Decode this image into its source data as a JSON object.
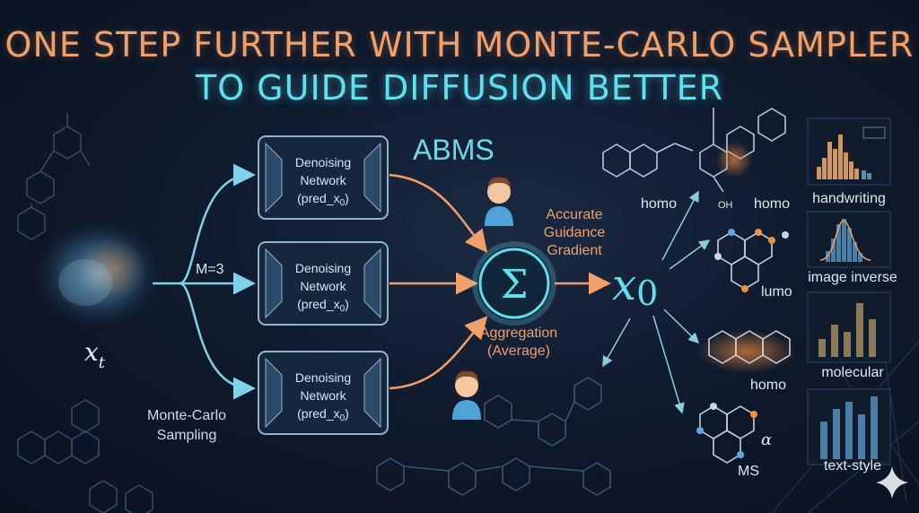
{
  "title_line1": "ONE STEP FURTHER WITH MONTE-CARLO SAMPLER",
  "title_line2": "TO GUIDE DIFFUSION BETTER",
  "method_name": "ABMS",
  "input_label": "x",
  "input_subscript": "t",
  "m_label": "M=3",
  "sampling_label": [
    "Monte-Carlo",
    "Sampling"
  ],
  "network_box": {
    "line1": "Denoising",
    "line2": "Network",
    "line3_main": "(pred_x",
    "line3_sub": "0",
    "line3_end": ")"
  },
  "sigma_symbol": "Σ",
  "guidance_label": [
    "Accurate",
    "Guidance",
    "Gradient"
  ],
  "aggregation_label": [
    "Aggregation",
    "(Average)"
  ],
  "output_label": "x",
  "output_subscript": "0",
  "tasks": {
    "homo_top": "homo",
    "homo_top2": "homo",
    "oh_label": "OH",
    "handwriting": "handwriting",
    "lumo": "lumo",
    "image_inverse": "image inverse",
    "molecular": "molecular",
    "homo_mid": "homo",
    "ms": "MS",
    "alpha": "α",
    "text_style": "text-style"
  },
  "colors": {
    "orange": "#f0a06a",
    "cyan": "#5fe0ee",
    "arrow_cyan": "#7fd2e8",
    "box_stroke": "#8fb4cf"
  }
}
